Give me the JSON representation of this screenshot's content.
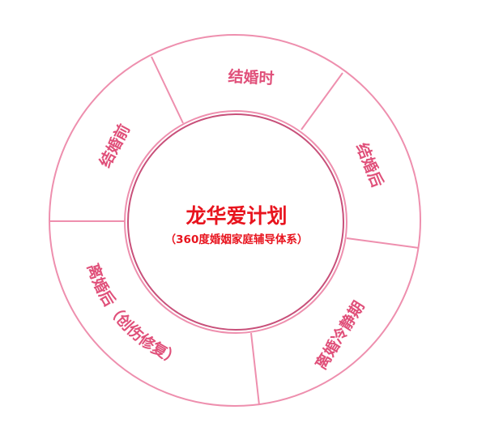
{
  "diagram": {
    "type": "ring-segment-diagram",
    "colors": {
      "ring_stroke": "#ee8fae",
      "inner_ring_dark": "#c8507a",
      "segment_text": "#e0507a",
      "center_text": "#e8141e",
      "background": "#ffffff"
    },
    "center": {
      "title": "龙华爱计划",
      "subtitle": "（360度婚姻家庭辅导体系）"
    },
    "segments": [
      {
        "id": "before-marriage",
        "label": "结婚前"
      },
      {
        "id": "at-marriage",
        "label": "结婚时"
      },
      {
        "id": "after-marriage",
        "label": "结婚后"
      },
      {
        "id": "divorce-cooling-period",
        "label": "离婚冷静期"
      },
      {
        "id": "after-divorce",
        "label": "离婚后（创伤修复）"
      }
    ]
  }
}
